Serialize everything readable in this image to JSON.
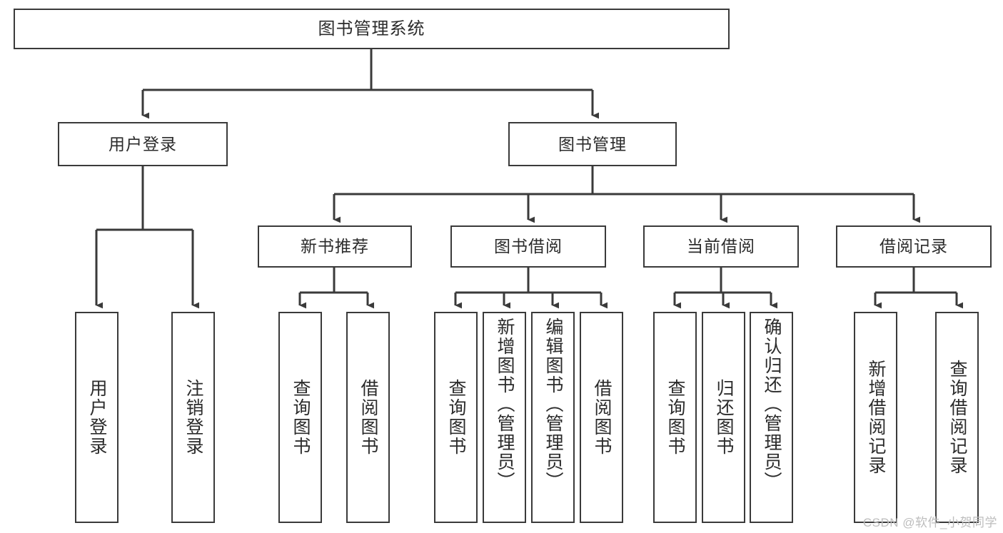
{
  "diagram": {
    "title": "图书管理系统",
    "type": "tree-hierarchy-chart",
    "root": {
      "label": "图书管理系统"
    },
    "level1": [
      {
        "label": "用户登录"
      },
      {
        "label": "图书管理"
      }
    ],
    "level2": [
      {
        "label": "新书推荐"
      },
      {
        "label": "图书借阅"
      },
      {
        "label": "当前借阅"
      },
      {
        "label": "借阅记录"
      }
    ],
    "leaves": {
      "user_login": [
        {
          "label": "用户登录"
        },
        {
          "label": "注销登录"
        }
      ],
      "new_book_recommend": [
        {
          "label": "查询图书"
        },
        {
          "label": "借阅图书"
        }
      ],
      "book_borrow": [
        {
          "label": "查询图书"
        },
        {
          "label": "新增图书（管理员）"
        },
        {
          "label": "编辑图书（管理员）"
        },
        {
          "label": "借阅图书"
        }
      ],
      "current_borrow": [
        {
          "label": "查询图书"
        },
        {
          "label": "归还图书"
        },
        {
          "label": "确认归还（管理员）"
        }
      ],
      "borrow_record": [
        {
          "label": "新增借阅记录"
        },
        {
          "label": "查询借阅记录"
        }
      ]
    }
  },
  "watermark": {
    "text": "CSDN @软件_小贺同学"
  },
  "colors": {
    "stroke": "#3a3a3a",
    "box_fill": "#ffffff",
    "text": "#2b2b2b",
    "watermark": "#bdbdbd"
  }
}
